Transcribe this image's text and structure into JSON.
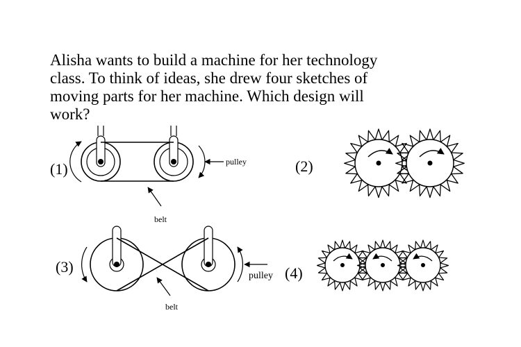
{
  "question": {
    "lines": [
      "Alisha wants to build a machine for her technology",
      "class. To think of ideas, she drew four sketches of",
      "moving parts for her machine. Which design will",
      "work?"
    ]
  },
  "options": [
    {
      "label": "(1)",
      "callouts": [
        "pulley",
        "belt"
      ]
    },
    {
      "label": "(2)",
      "callouts": []
    },
    {
      "label": "(3)",
      "callouts": [
        "pulley",
        "belt"
      ]
    },
    {
      "label": "(4)",
      "callouts": []
    }
  ]
}
